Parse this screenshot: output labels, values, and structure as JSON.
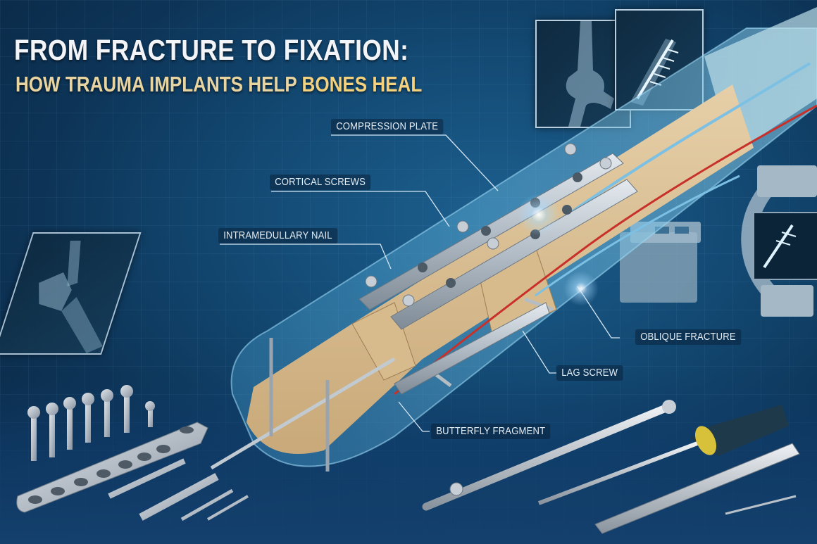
{
  "header": {
    "title": "FROM FRACTURE TO FIXATION:",
    "subtitle_prefix": "HOW TRAUMA IMPLANTS HELP",
    "subtitle_highlight": "BONES HEAL"
  },
  "labels": {
    "compression_plate": "COMPRESSION PLATE",
    "cortical_screws": "CORTICAL SCREWS",
    "intramedullary_nail": "INTRAMEDULLARY NAIL",
    "oblique_fracture": "OBLIQUE FRACTURE",
    "lag_screw": "LAG SCREW",
    "butterfly_fragment": "BUTTERFLY FRAGMENT"
  },
  "colors": {
    "background": "#134a74",
    "title": "#f2f4f7",
    "subtitle": "#e8d4a0",
    "highlight": "#f3d17d",
    "bone": "#d9bf95",
    "metal": "#b8c0c8",
    "vessel_red": "#c8302a",
    "vessel_blue": "#7cc0e4"
  },
  "illustration": {
    "elements": [
      "knee-xray",
      "plated-bone-xray",
      "wrist-fracture-xray",
      "c-arm-imaging-machine",
      "fixated-bone-with-plates",
      "screw-set",
      "bone-plate",
      "cannulated-screws",
      "guide-rod",
      "screwdriver",
      "depth-gauge"
    ]
  }
}
